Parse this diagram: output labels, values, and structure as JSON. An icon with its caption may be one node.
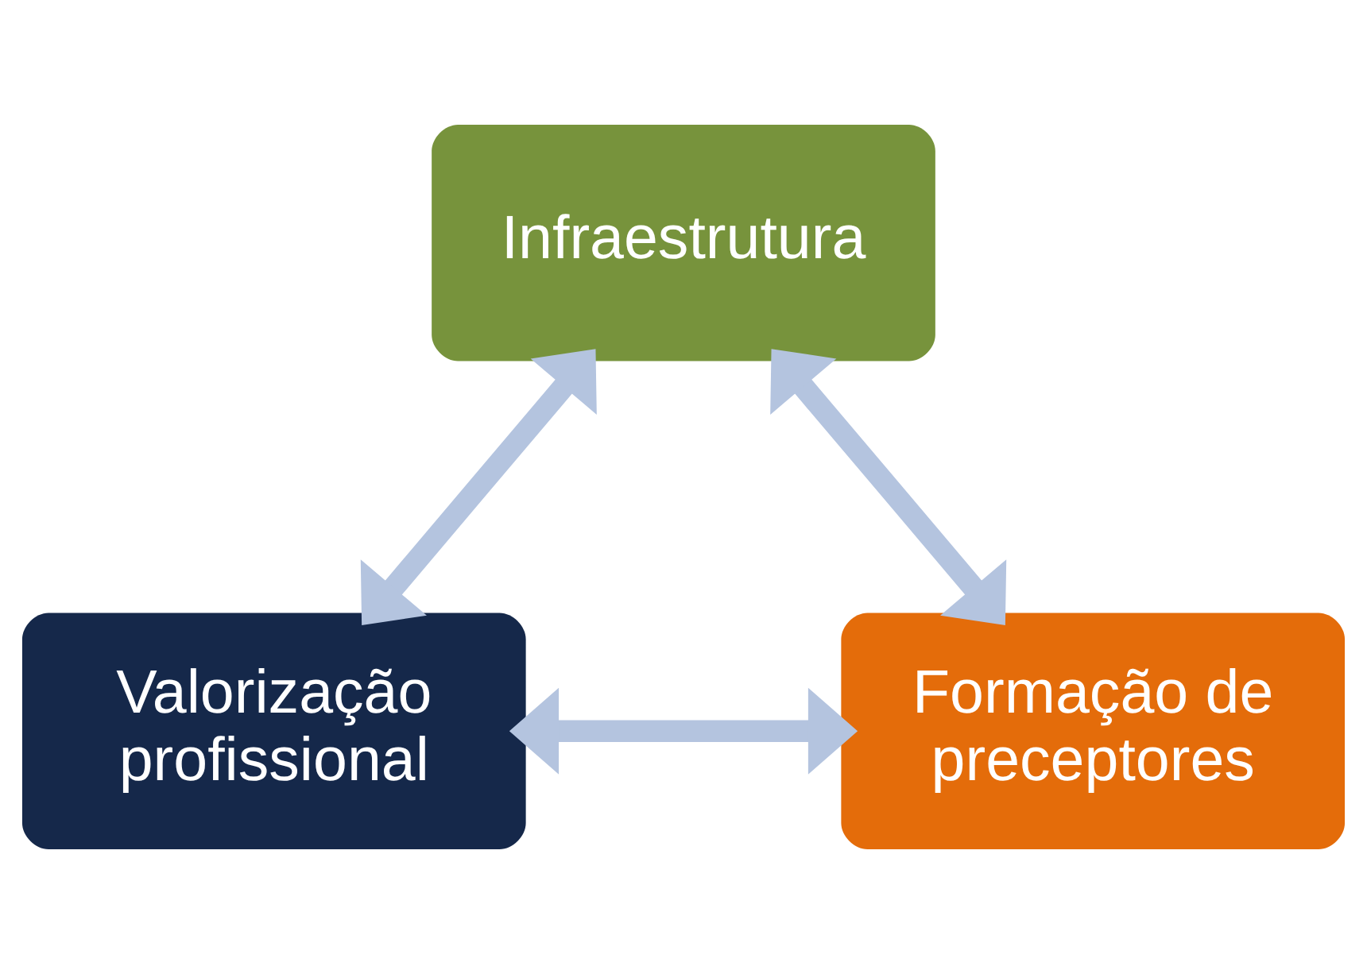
{
  "diagram": {
    "nodes": [
      {
        "text": [
          "Infraestrutura"
        ]
      },
      {
        "text": [
          "Valorização profissional"
        ]
      },
      {
        "text": [
          "Formação de preceptores"
        ]
      }
    ],
    "edges": [
      {
        "from": 0,
        "to": 1,
        "arrow": "both"
      },
      {
        "from": 0,
        "to": 2,
        "arrow": "both"
      },
      {
        "from": 1,
        "to": 2,
        "arrow": "both"
      }
    ]
  }
}
